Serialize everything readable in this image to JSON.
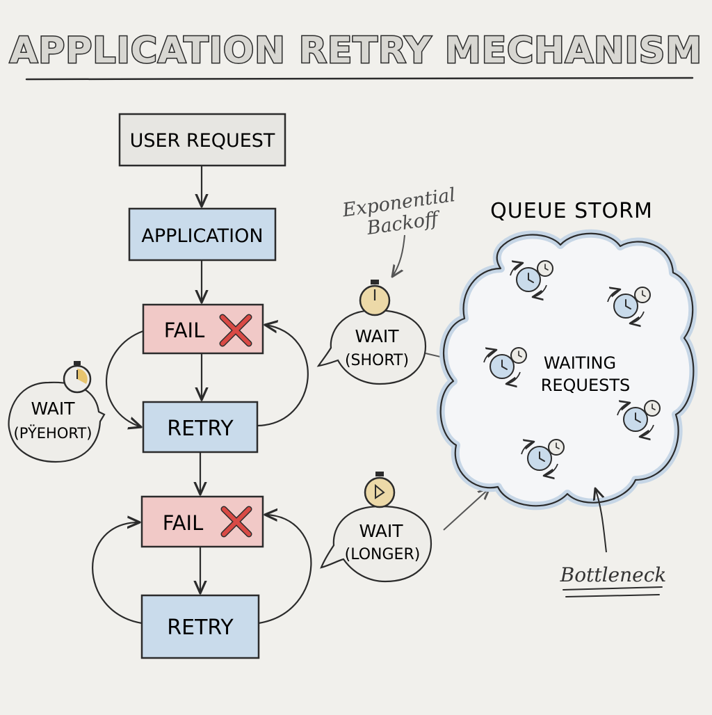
{
  "title": "APPLICATION RETRY MECHANISM",
  "flow": {
    "user_request": "USER REQUEST",
    "application": "APPLICATION",
    "fail_1": "FAIL",
    "retry_1": "RETRY",
    "fail_2": "FAIL",
    "retry_2": "RETRY"
  },
  "bubbles": {
    "left_wait": {
      "line1": "WAIT",
      "line2": "(PŸEHORT)"
    },
    "short_wait": {
      "line1": "WAIT",
      "line2": "(SHORT)"
    },
    "longer_wait": {
      "line1": "WAIT",
      "line2": "(LONGER)"
    }
  },
  "annotations": {
    "backoff_line1": "Exponential",
    "backoff_line2": "Backoff",
    "bottleneck": "Bottleneck"
  },
  "queue": {
    "title": "QUEUE STORM",
    "label_line1": "WAITING",
    "label_line2": "REQUESTS"
  },
  "colors": {
    "gray_box": "#e7e6e2",
    "blue_box": "#c9dbeb",
    "red_box": "#f1c9c7",
    "fail_x": "#d94a45",
    "stroke": "#2b2b2b",
    "cloud_fill": "#f5f6f8",
    "cloud_glow": "#c6d6e6",
    "timer_face": "#ecd9a8"
  }
}
